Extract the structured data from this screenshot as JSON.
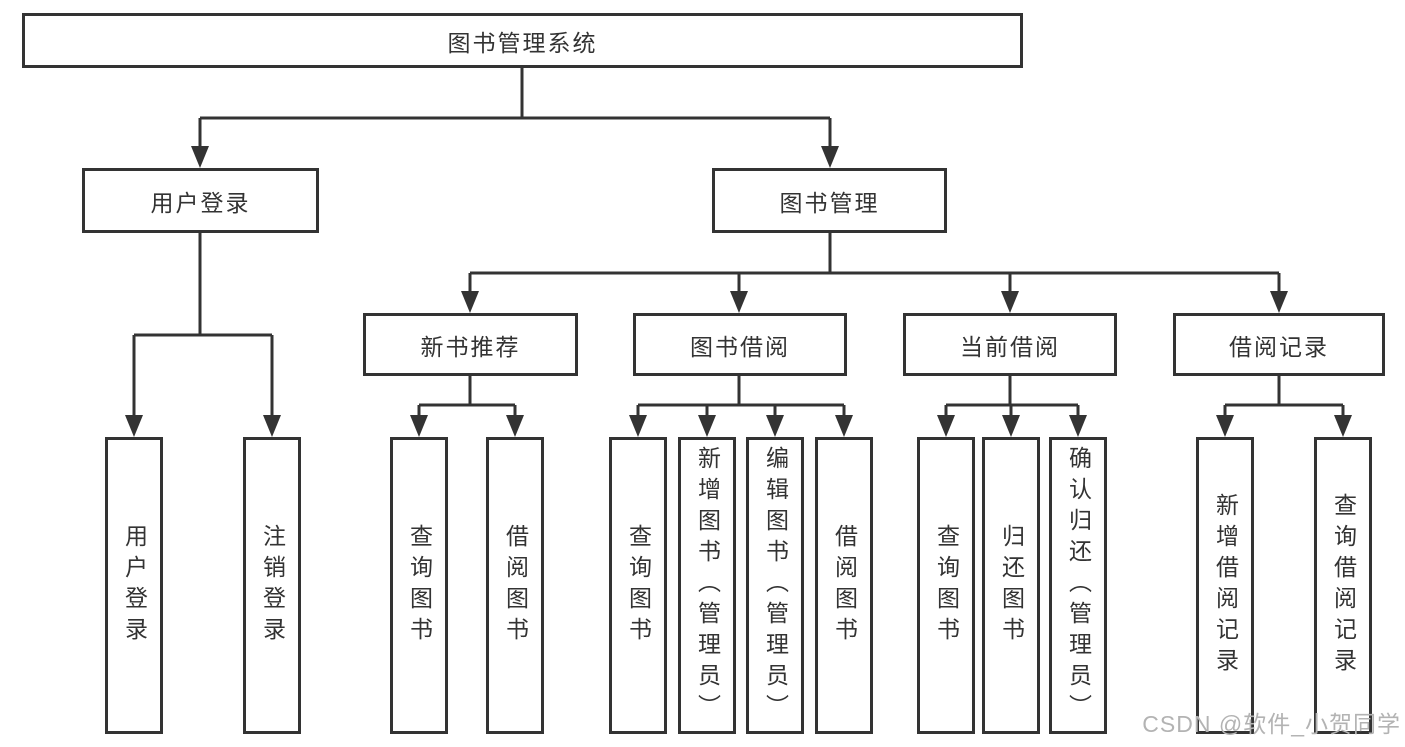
{
  "diagram": {
    "root": {
      "label": "图书管理系统"
    },
    "branches": {
      "user_login": {
        "label": "用户登录",
        "children": {
          "login": "用户登录",
          "logout": "注销登录"
        }
      },
      "book_manage": {
        "label": "图书管理",
        "sections": {
          "new_books": {
            "label": "新书推荐",
            "children": {
              "query": "查询图书",
              "borrow": "借阅图书"
            }
          },
          "book_borrow": {
            "label": "图书借阅",
            "children": {
              "query": "查询图书",
              "add": "新增图书（管理员）",
              "edit": "编辑图书（管理员）",
              "borrow": "借阅图书"
            }
          },
          "current_borrow": {
            "label": "当前借阅",
            "children": {
              "query": "查询图书",
              "return": "归还图书",
              "confirm": "确认归还（管理员）"
            }
          },
          "borrow_records": {
            "label": "借阅记录",
            "children": {
              "add": "新增借阅记录",
              "query": "查询借阅记录"
            }
          }
        }
      }
    }
  },
  "watermark": "CSDN @软件_小贺同学",
  "colors": {
    "line": "#333333",
    "text": "#333333",
    "background": "#ffffff",
    "watermark": "#b3b3b3"
  }
}
